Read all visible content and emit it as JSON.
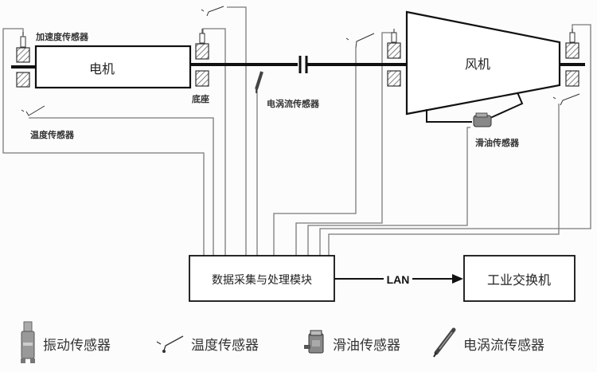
{
  "equipment": {
    "motor": "电机",
    "fan": "风机",
    "base": "底座"
  },
  "sensor_labels": {
    "accelerometer": "加速度传感器",
    "temperature": "温度传感器",
    "eddy_current": "电涡流传感器",
    "oil": "滑油传感器"
  },
  "modules": {
    "daq": "数据采集与处理模块",
    "link": "LAN",
    "switch": "工业交换机"
  },
  "legend": [
    {
      "icon": "vibration-sensor",
      "label": "振动传感器"
    },
    {
      "icon": "temperature-sensor",
      "label": "温度传感器"
    },
    {
      "icon": "oil-sensor",
      "label": "滑油传感器"
    },
    {
      "icon": "eddy-current-sensor",
      "label": "电涡流传感器"
    }
  ],
  "colors": {
    "line": "#111111",
    "wire": "#777777",
    "hatch": "#555555"
  }
}
